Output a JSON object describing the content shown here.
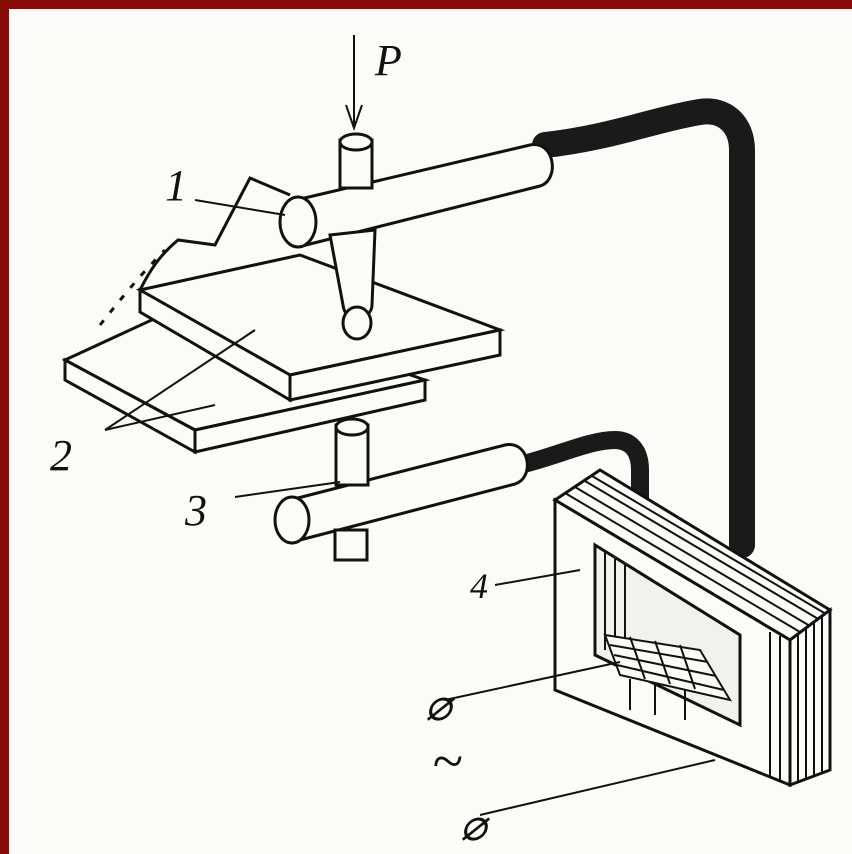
{
  "diagram": {
    "labels": {
      "force": "P",
      "upper_electrode": "1",
      "workpieces": "2",
      "lower_electrode": "3",
      "transformer": "4",
      "ac_symbol": "~"
    },
    "terminal_symbol": "⌀",
    "colors": {
      "frame": "#8b0a0a",
      "paper": "#fbfbf7",
      "ink": "#111111",
      "cable": "#1a1a1a"
    }
  }
}
